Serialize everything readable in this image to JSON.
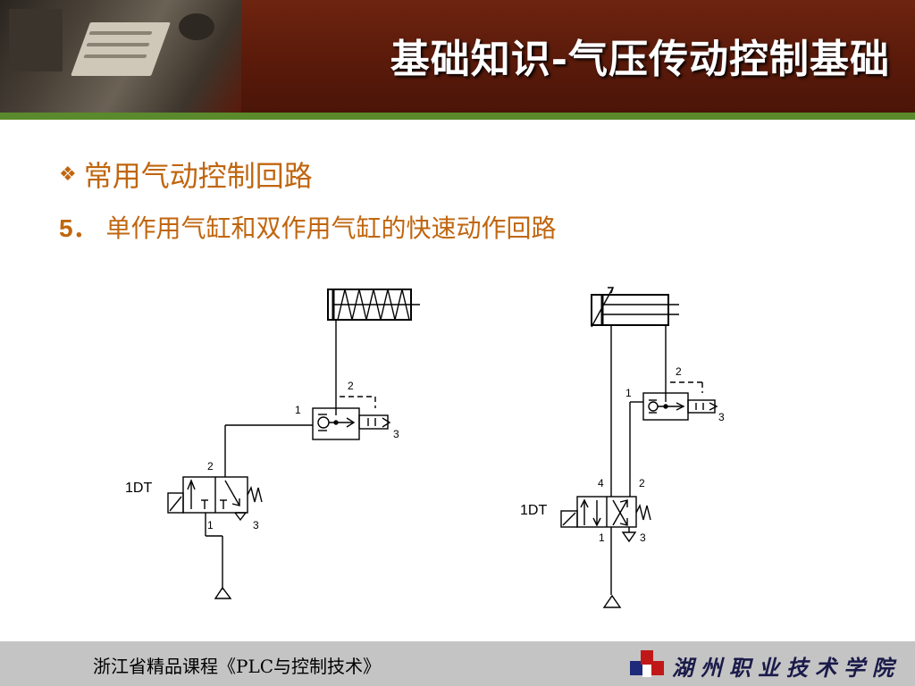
{
  "header": {
    "title": "基础知识-气压传动控制基础"
  },
  "content": {
    "bullet_text": "常用气动控制回路",
    "subtitle_number": "5．",
    "subtitle_text": "单作用气缸和双作用气缸的快速动作回路"
  },
  "diagram": {
    "left": {
      "valve_label": "1DT",
      "port_2": "2",
      "port_1": "1",
      "port_3": "3",
      "qev_port_2": "2",
      "qev_port_1": "1",
      "qev_port_3": "3"
    },
    "right": {
      "valve_label": "1DT",
      "port_4": "4",
      "port_2": "2",
      "port_1": "1",
      "port_3": "3",
      "qev_port_2": "2",
      "qev_port_1": "1",
      "qev_port_3": "3"
    }
  },
  "footer": {
    "course": "浙江省精品课程《PLC与控制技术》",
    "school": "湖州职业技术学院"
  },
  "colors": {
    "header_bg": "#5a1a0a",
    "accent_green": "#5b8a2c",
    "text_orange": "#c0660f",
    "footer_bg": "#c4c4c4"
  }
}
